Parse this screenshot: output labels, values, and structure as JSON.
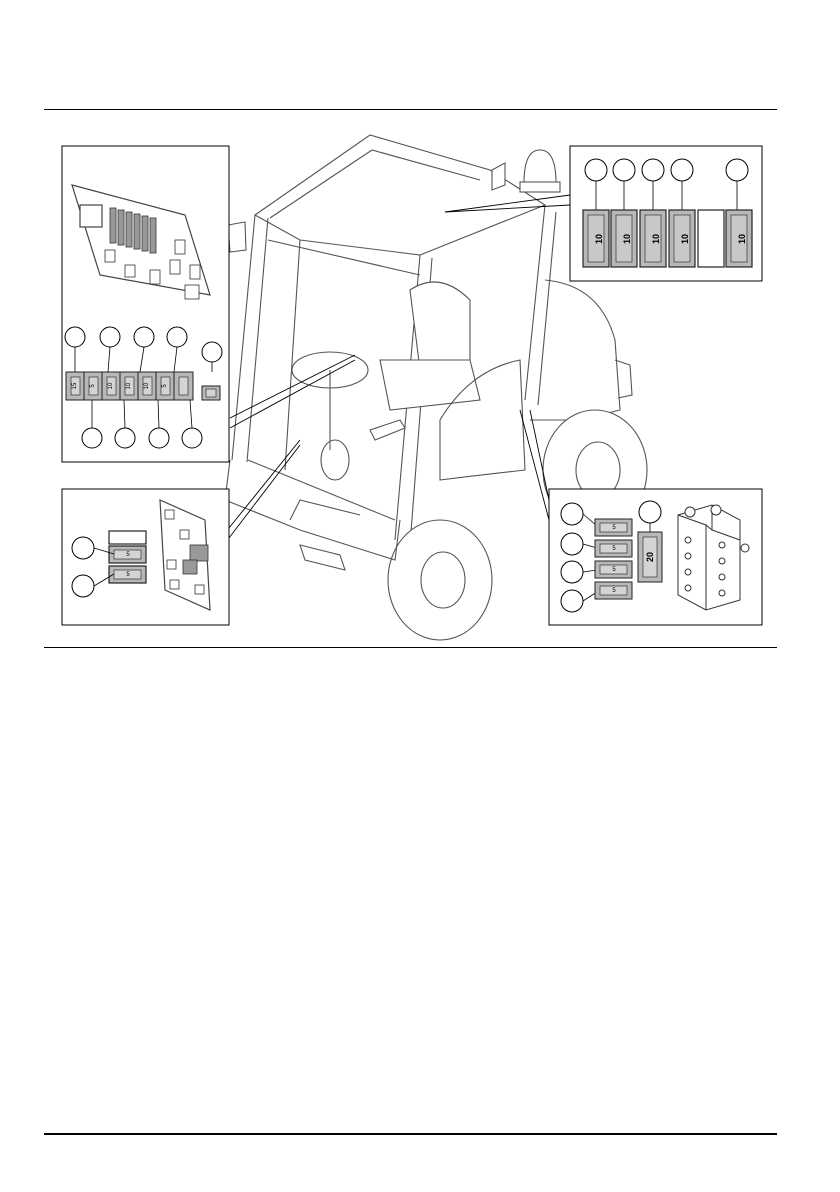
{
  "illustration": {
    "top_right_fuses": [
      "10",
      "10",
      "10",
      "10",
      "",
      "10"
    ],
    "left_fuses": [
      "15",
      "5",
      "10",
      "10",
      "10",
      "5"
    ],
    "bottom_left_fuses": [
      "5",
      "5"
    ],
    "bottom_right_fuses": [
      "5",
      "5",
      "5",
      "5"
    ],
    "bottom_right_big_fuse": "20"
  },
  "colors": {
    "line": "#000000",
    "fuse_fill": "#b8b8b8",
    "fuse_inner": "#d4d4d4",
    "cab": "#6a6a6a"
  }
}
